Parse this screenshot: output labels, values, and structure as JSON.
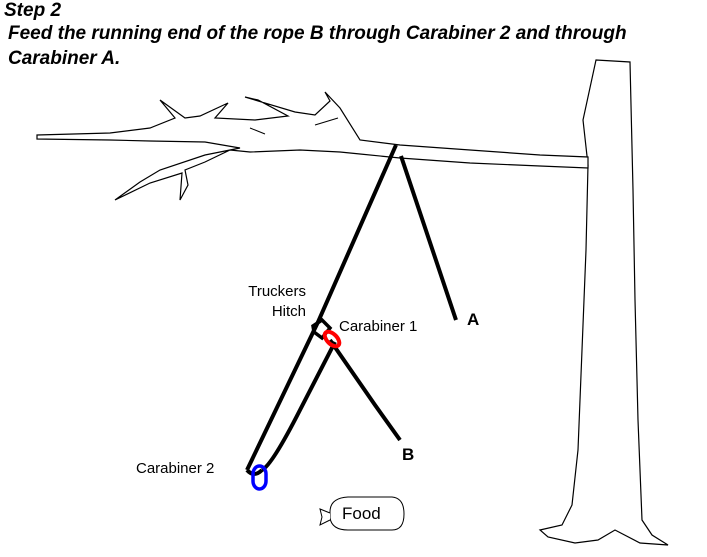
{
  "heading": {
    "step": "Step 2",
    "instruction": "Feed the running end of the rope B through Carabiner 2 and through Carabiner A."
  },
  "labels": {
    "truckers_line1": "Truckers",
    "truckers_line2": "Hitch",
    "carabiner_1": "Carabiner 1",
    "carabiner_2": "Carabiner 2",
    "rope_end_a": "A",
    "rope_end_b": "B",
    "food": "Food"
  },
  "colors": {
    "rope": "#000000",
    "tree_outline": "#000000",
    "carabiner_1": "#ff0000",
    "carabiner_2": "#0000ff",
    "background": "#ffffff"
  }
}
